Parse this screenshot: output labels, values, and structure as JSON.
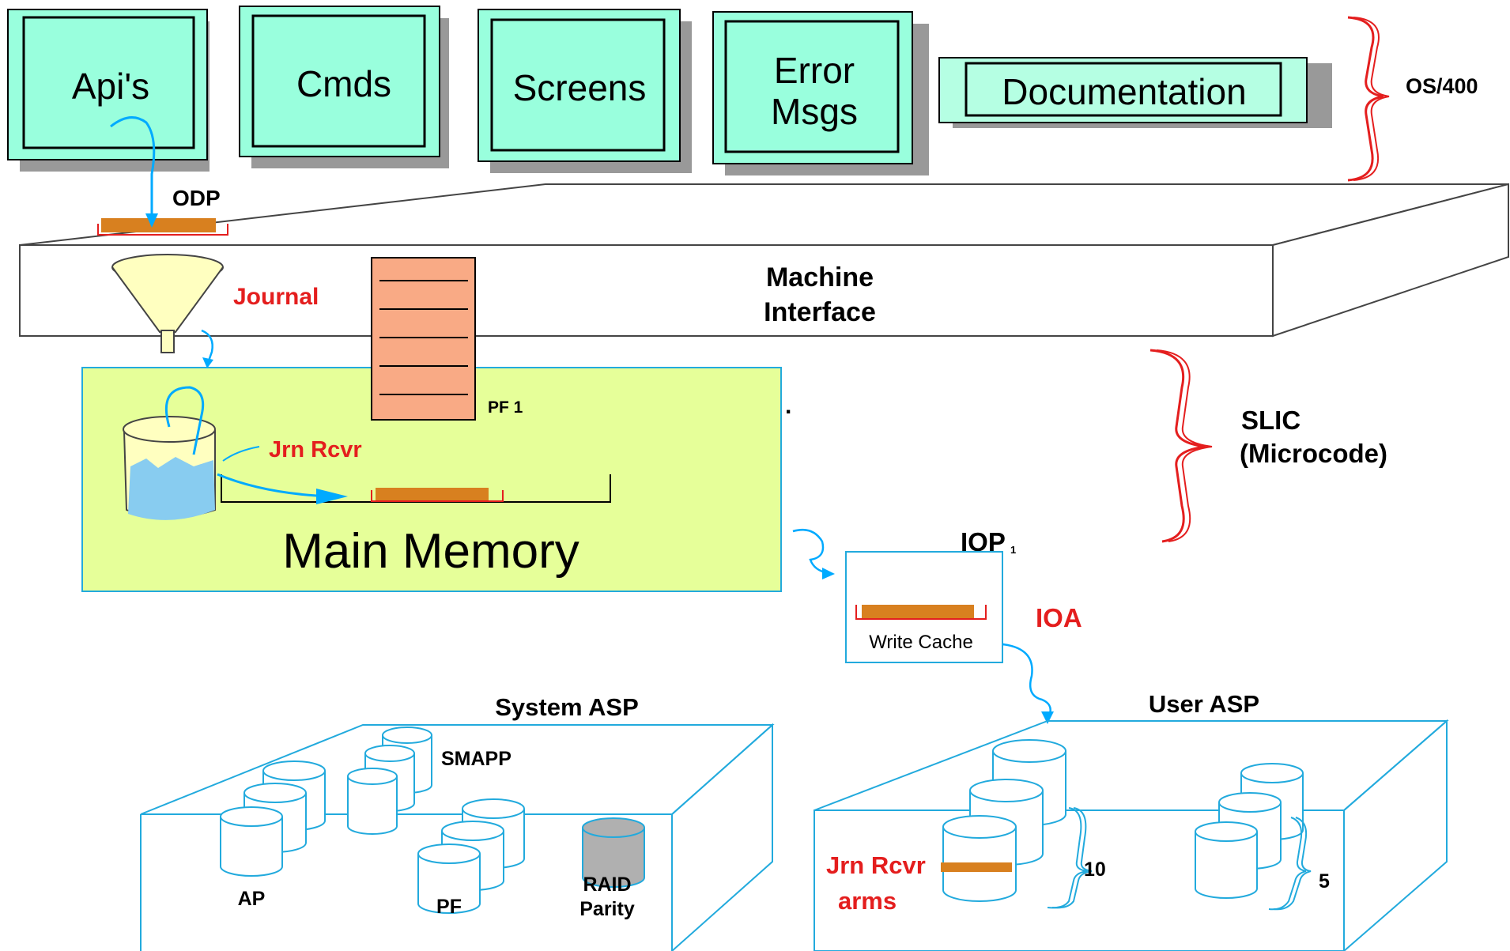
{
  "top_boxes": {
    "apis": "Api's",
    "cmds": "Cmds",
    "screens": "Screens",
    "error_line1": "Error",
    "error_line2": "Msgs",
    "documentation": "Documentation"
  },
  "braces": {
    "os400": "OS/400",
    "slic_line1": "SLIC",
    "slic_line2": "(Microcode)"
  },
  "machine_interface": {
    "line1": "Machine",
    "line2": "Interface",
    "odp": "ODP",
    "journal": "Journal",
    "pf1": "PF 1"
  },
  "main_memory": {
    "title": "Main Memory",
    "jrn_rcvr": "Jrn Rcvr",
    "dot": "."
  },
  "iop": {
    "label": "IOP",
    "subscript": "1",
    "write_cache": "Write Cache",
    "ioa": "IOA"
  },
  "system_asp": {
    "title": "System ASP",
    "smapp": "SMAPP",
    "ap": "AP",
    "pf": "PF",
    "raid_line1": "RAID",
    "raid_line2": "Parity"
  },
  "user_asp": {
    "title": "User ASP",
    "jrn_rcvr": "Jrn Rcvr",
    "arms": "arms",
    "count_left": "10",
    "count_right": "5"
  },
  "colors": {
    "box_fill": "#99ffdd",
    "memory_fill": "#e6ff99",
    "pf_fill": "#f9aa85",
    "odp_bar": "#d8801f",
    "accent_blue": "#00aaff",
    "red": "#e41e1e",
    "asp_line": "#22aadd"
  }
}
